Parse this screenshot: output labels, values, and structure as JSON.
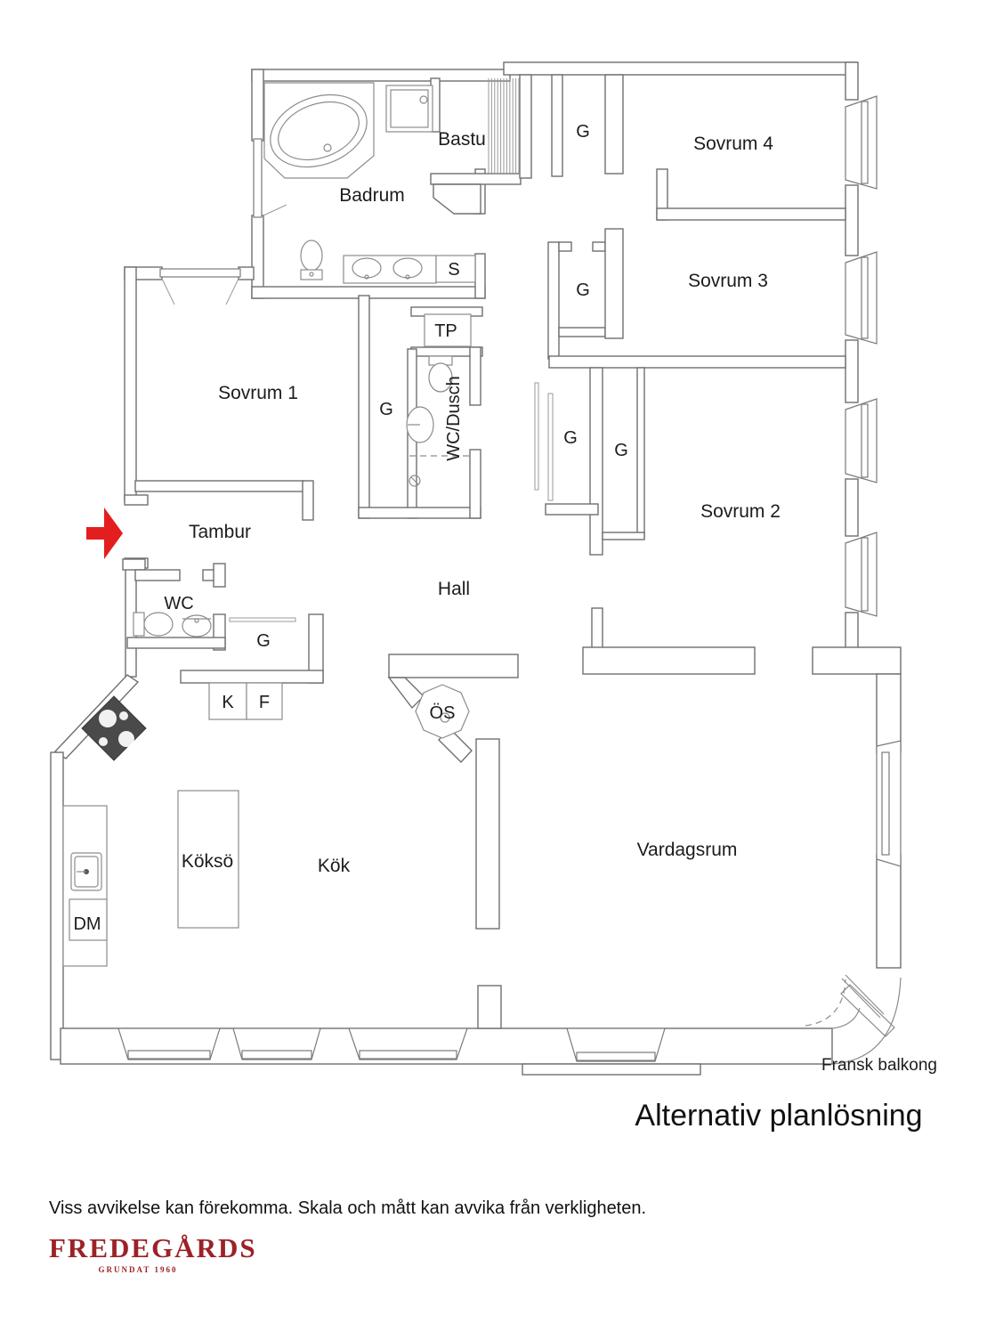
{
  "page": {
    "title": "Alternativ planlösning",
    "disclaimer": "Viss avvikelse kan förekomma. Skala och mått kan avvika från verkligheten.",
    "brand": {
      "name": "FREDEGÅRDS",
      "tagline": "GRUNDAT 1960",
      "color": "#9b2227"
    }
  },
  "colors": {
    "walls": "#6f6f6f",
    "fixtures": "#8c8c8c",
    "entrance_arrow": "#e31e1e",
    "stove": "#4a4a4a"
  },
  "floorplan": {
    "labels": {
      "badrum": "Badrum",
      "bastu": "Bastu",
      "s": "S",
      "g1": "G",
      "sovrum4": "Sovrum 4",
      "g2": "G",
      "sovrum3": "Sovrum 3",
      "tp": "TP",
      "sovrum1": "Sovrum 1",
      "g3": "G",
      "wcdusch": "WC/Dusch",
      "g4": "G",
      "g5": "G",
      "sovrum2": "Sovrum 2",
      "tambur": "Tambur",
      "hall": "Hall",
      "wc": "WC",
      "g6": "G",
      "k": "K",
      "f": "F",
      "os": "ÖS",
      "kokso": "Köksö",
      "kok": "Kök",
      "vardagsrum": "Vardagsrum",
      "dm": "DM",
      "fransk_balkong": "Fransk balkong"
    },
    "features": {
      "entrance": "entrance-arrow",
      "fireplace": "open-fireplace",
      "french_balcony": "french-balcony"
    }
  }
}
